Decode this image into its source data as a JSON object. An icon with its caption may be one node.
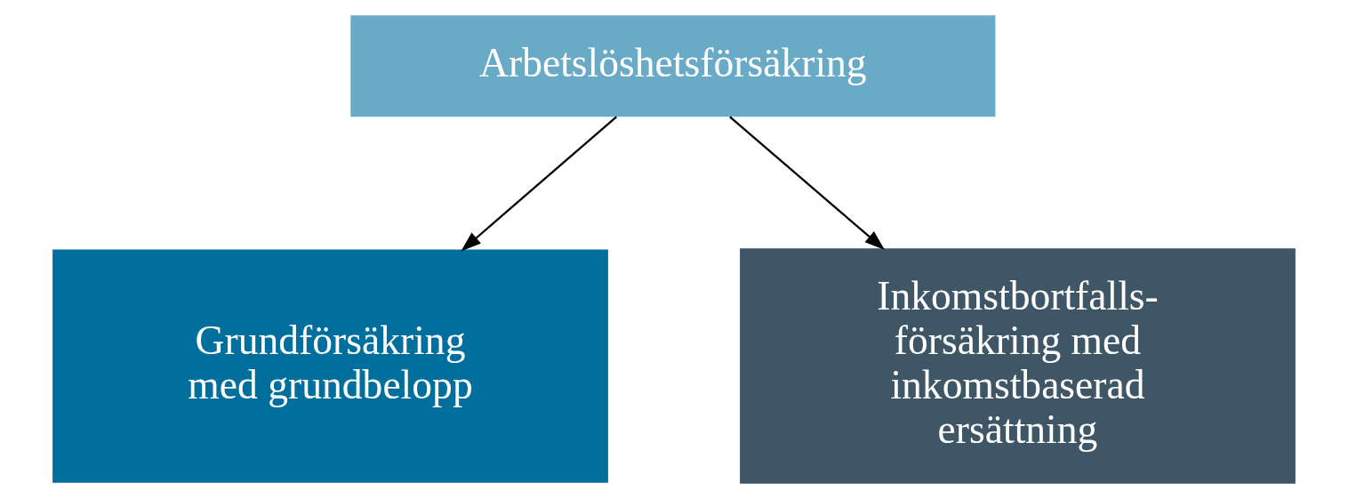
{
  "diagram": {
    "nodes": [
      {
        "text": [
          "Arbetslöshetsförsäkring"
        ]
      },
      {
        "text": [
          "Grundförsäkring med grundbelopp"
        ]
      },
      {
        "text": [
          "Inkomstbortfalls- försäkring med inkomstbaserad ersättning"
        ]
      }
    ],
    "edges": [
      {
        "from": 0,
        "to": 1,
        "arrow": "to"
      },
      {
        "from": 0,
        "to": 2,
        "arrow": "to"
      }
    ]
  }
}
